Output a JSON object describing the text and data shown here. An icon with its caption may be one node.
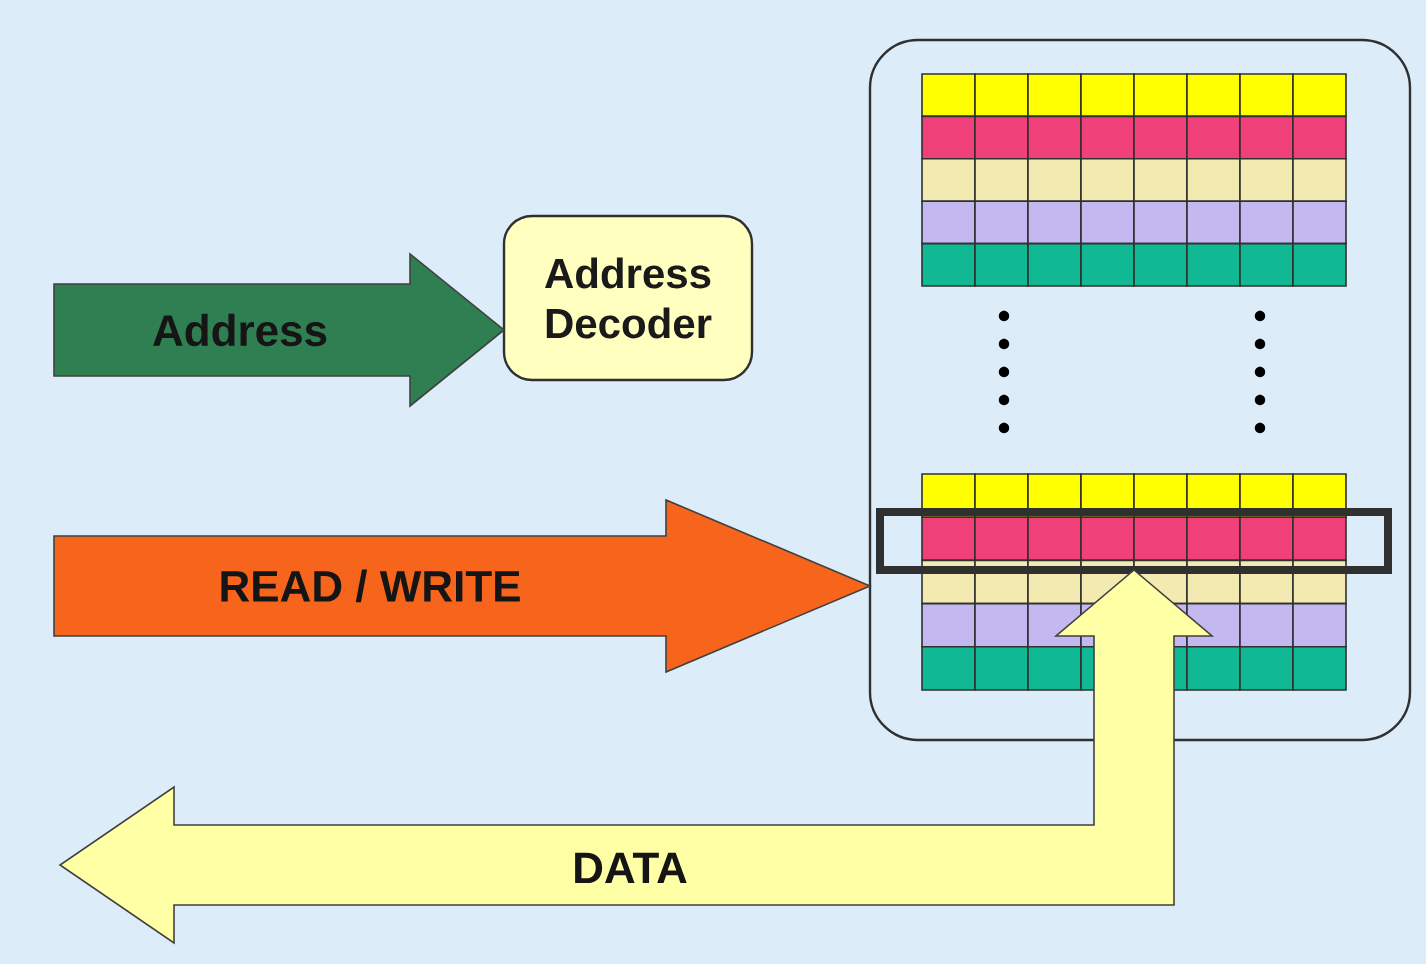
{
  "diagram": {
    "nodes": [
      {
        "text": [
          "Address Decoder"
        ]
      },
      {
        "text": [],
        "shape": "box"
      },
      {
        "text": [],
        "shape": "box",
        "in": 1
      }
    ],
    "edges": [
      {
        "from": null,
        "to": 0,
        "arrow": "to",
        "label": "Address",
        "color": "#2f7f52"
      },
      {
        "from": null,
        "to": 1,
        "arrow": "to",
        "label": "READ / WRITE",
        "color": "#f7651c"
      },
      {
        "from": 2,
        "to": null,
        "arrow": "both",
        "label": "DATA",
        "color": "#ffffa6"
      }
    ]
  }
}
